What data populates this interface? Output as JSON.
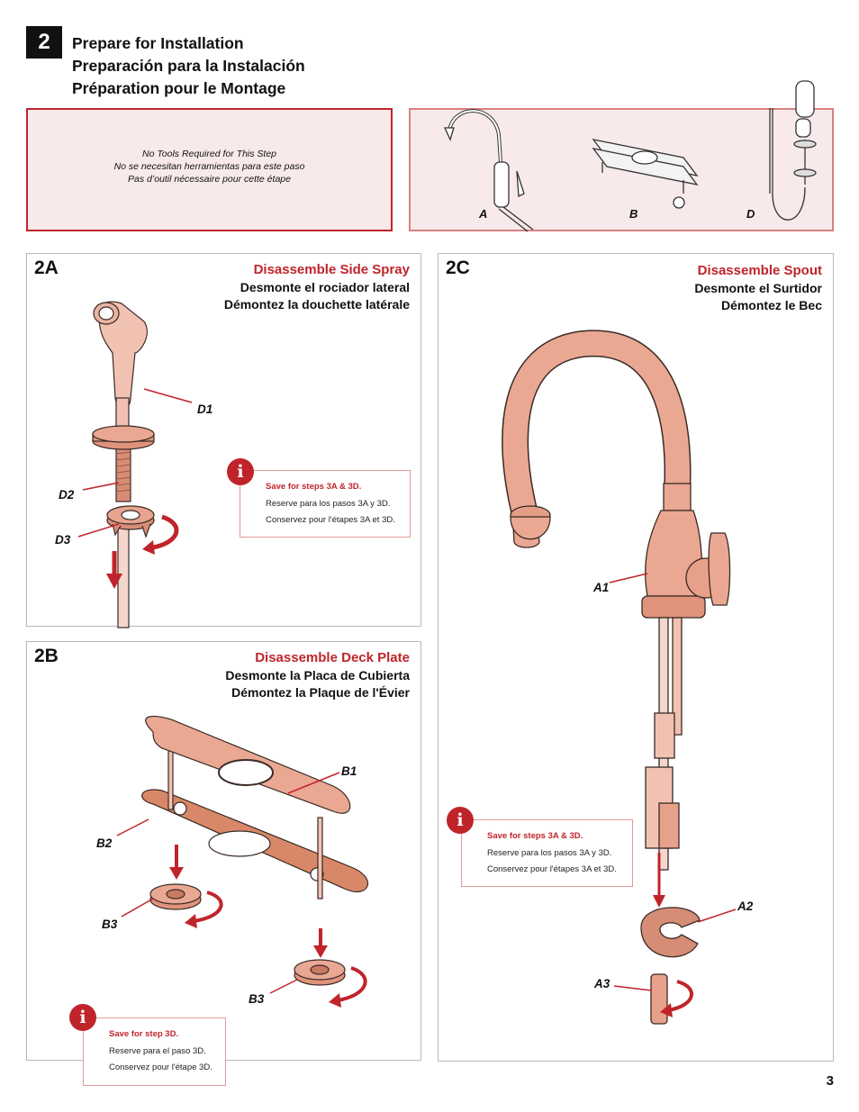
{
  "step": {
    "number": "2",
    "title_en": "Prepare for Installation",
    "title_es": "Preparación para la Instalación",
    "title_fr": "Préparation pour le Montage"
  },
  "tools": {
    "en": "No Tools Required for This Step",
    "es": "No se necesitan herramientas para este paso",
    "fr": "Pas d’outil nécessaire pour cette étape"
  },
  "parts": {
    "a": "A",
    "b": "B",
    "d": "D"
  },
  "panel_2a": {
    "id": "2A",
    "heading_en": "Disassemble Side Spray",
    "heading_es": "Desmonte el rociador lateral",
    "heading_fr": "Démontez la douchette latérale",
    "callouts": {
      "d1": "D1",
      "d2": "D2",
      "d3": "D3"
    },
    "note": {
      "en": "Save for steps 3A & 3D.",
      "es": "Reserve para los pasos 3A y 3D.",
      "fr": "Conservez pour l'étapes 3A et 3D."
    }
  },
  "panel_2b": {
    "id": "2B",
    "heading_en": "Disassemble Deck Plate",
    "heading_es": "Desmonte la Placa de Cubierta",
    "heading_fr": "Démontez la Plaque de l'Évier",
    "callouts": {
      "b1": "B1",
      "b2": "B2",
      "b3_left": "B3",
      "b3_right": "B3"
    },
    "note": {
      "en": "Save for step 3D.",
      "es": "Reserve para el paso 3D.",
      "fr": "Conservez pour l'étape 3D."
    }
  },
  "panel_2c": {
    "id": "2C",
    "heading_en": "Disassemble Spout",
    "heading_es": "Desmonte el Surtidor",
    "heading_fr": "Démontez le Bec",
    "callouts": {
      "a1": "A1",
      "a2": "A2",
      "a3": "A3"
    },
    "note": {
      "en": "Save for steps 3A & 3D.",
      "es": "Reserve para los pasos 3A y 3D.",
      "fr": "Conservez pour l'étapes 3A et 3D."
    }
  },
  "page_number": "3",
  "colors": {
    "accent_red": "#c0242b",
    "copper": "#e8a08a",
    "copper_dark": "#c97a63",
    "panel_border": "#b9b9b9"
  }
}
